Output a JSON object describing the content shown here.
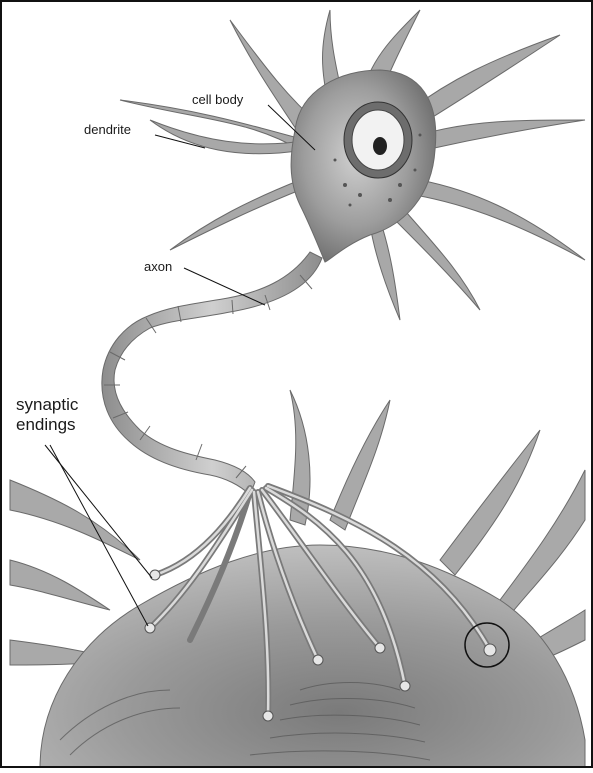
{
  "figure": {
    "labels": {
      "cell_body": "cell body",
      "dendrite": "dendrite",
      "axon": "axon",
      "synaptic_line1": "synaptic",
      "synaptic_line2": "endings"
    },
    "colors": {
      "frame": "#111111",
      "neuron_fill": "#a9a9a9",
      "neuron_dark": "#6f6f6f",
      "neuron_light": "#d2d2d2",
      "background": "#ffffff",
      "leader_line": "#111111"
    }
  }
}
